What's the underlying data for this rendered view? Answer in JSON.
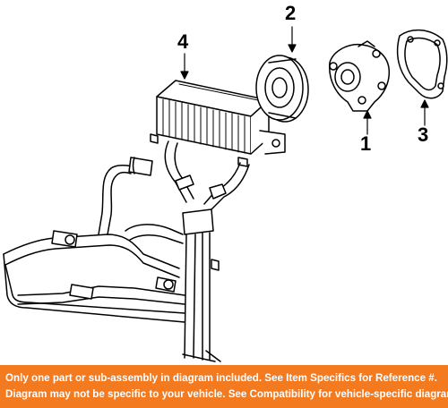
{
  "callouts": {
    "water_pump": "1",
    "pulley": "2",
    "gasket": "3",
    "oil_cooler": "4"
  },
  "disclaimer": {
    "line1": "Only one part or sub-assembly in diagram included. See Item Specifics for Reference #.",
    "line2": "Diagram may not be specific to your vehicle. See Compatibility for vehicle-specific diagrams."
  },
  "colors": {
    "banner_background": "#f47a20",
    "banner_text": "#ffffff",
    "line_art": "#000000"
  }
}
